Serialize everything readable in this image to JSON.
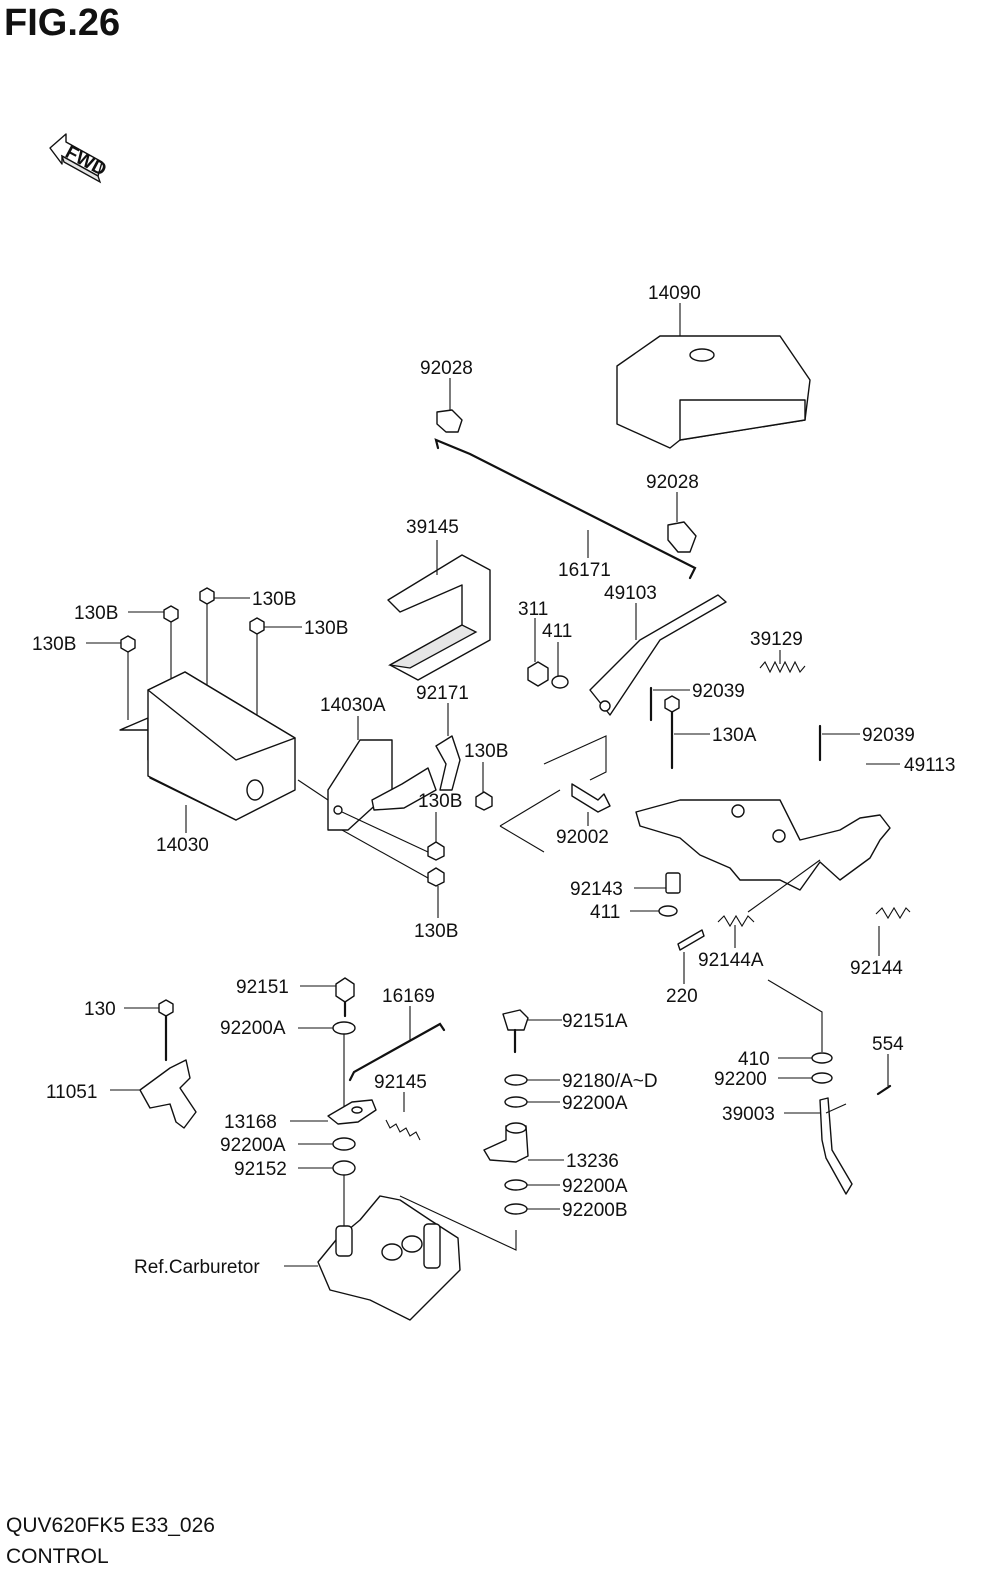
{
  "figure": {
    "title": "FIG.26",
    "direction_badge": "FWD",
    "model_code": "QUV620FK5 E33_026",
    "section": "CONTROL"
  },
  "callouts": {
    "c14090": "14090",
    "c92028_top": "92028",
    "c92028_mid": "92028",
    "c16171": "16171",
    "c39145": "39145",
    "c311": "311",
    "c411_top": "411",
    "c49103": "49103",
    "c39129": "39129",
    "c92039_a": "92039",
    "c130A": "130A",
    "c92039_b": "92039",
    "c49113": "49113",
    "c130B_1": "130B",
    "c130B_2": "130B",
    "c130B_3": "130B",
    "c130B_4": "130B",
    "c130B_5": "130B",
    "c130B_6": "130B",
    "c130B_7": "130B",
    "c14030": "14030",
    "c14030A": "14030A",
    "c92171": "92171",
    "c92002": "92002",
    "c92143": "92143",
    "c411_bot": "411",
    "c92144A": "92144A",
    "c92144": "92144",
    "c220": "220",
    "c92151": "92151",
    "c16169": "16169",
    "c92151A": "92151A",
    "c130": "130",
    "c92200A_1": "92200A",
    "c11051": "11051",
    "c92145": "92145",
    "c92180": "92180/A~D",
    "c92200A_2": "92200A",
    "c13168": "13168",
    "c92200A_3": "92200A",
    "c92152": "92152",
    "c13236": "13236",
    "c92200A_4": "92200A",
    "c92200B": "92200B",
    "cRefCarb": "Ref.Carburetor",
    "c410": "410",
    "c92200": "92200",
    "c554": "554",
    "c39003": "39003"
  }
}
